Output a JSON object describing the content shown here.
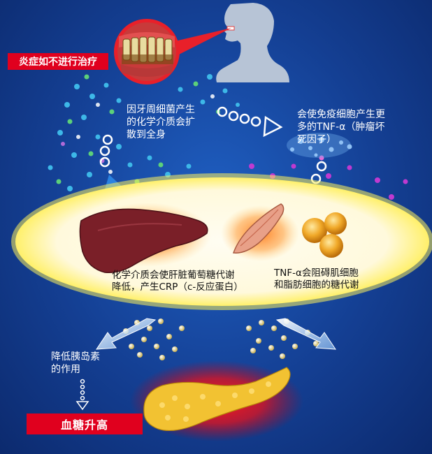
{
  "labels": {
    "warning": "炎症如不进行治疗",
    "spread_line1": "因牙周细菌产生",
    "spread_line2": "的化学介质会扩",
    "spread_line3": "散到全身",
    "tnf_more_line1": "会使免疫细胞产生更",
    "tnf_more_line2": "多的TNF-α（肿瘤坏",
    "tnf_more_line3": "死因子）",
    "liver_line1": "化学介质会使肝脏葡萄糖代谢",
    "liver_line2": "降低，产生CRP（c-反应蛋白）",
    "muscle_line1": "TNF-α会阻碍肌细胞",
    "muscle_line2": "和脂肪细胞的糖代谢",
    "insulin_line1": "降低胰岛素",
    "insulin_line2": "的作用",
    "blood_sugar": "血糖升高"
  },
  "colors": {
    "background": "#143f93",
    "tag_red": "#e0001e",
    "ellipse_fill": "#fffbe6",
    "ellipse_glow": "#fff36a",
    "liver": "#7a1f28",
    "pancreas": "#f2c232"
  }
}
